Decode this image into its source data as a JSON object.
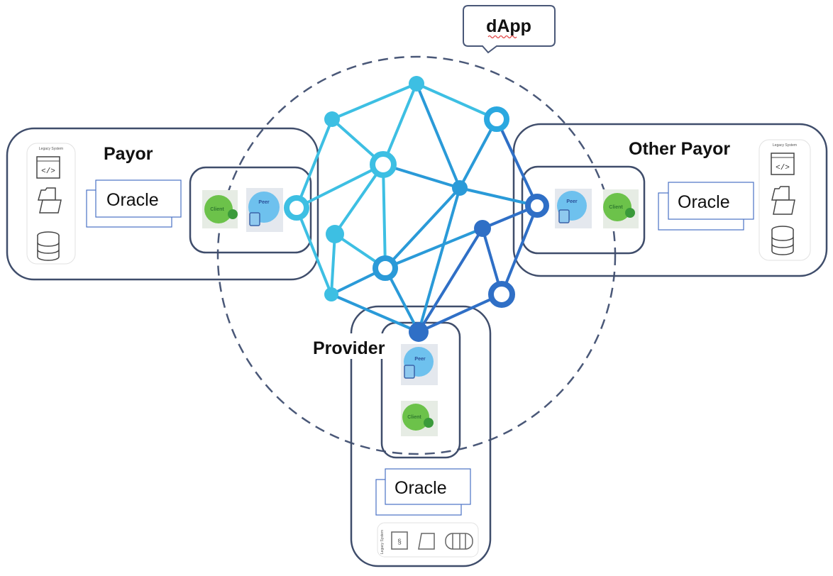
{
  "dapp": {
    "label": "dApp"
  },
  "organizations": {
    "payor": {
      "label": "Payor",
      "oracle_label": "Oracle",
      "legacy": {
        "title": "Legacy System",
        "items": [
          "Code",
          "Configuration",
          "Database"
        ]
      },
      "node_badges": {
        "client": "Client",
        "peer": "Peer"
      }
    },
    "other_payor": {
      "label": "Other Payor",
      "oracle_label": "Oracle",
      "legacy": {
        "title": "Legacy System",
        "items": [
          "Code",
          "Configuration",
          "Database"
        ]
      },
      "node_badges": {
        "client": "Client",
        "peer": "Peer"
      }
    },
    "provider": {
      "label": "Provider",
      "oracle_label": "Oracle",
      "legacy": {
        "title": "Legacy System",
        "items": [
          "Code",
          "Configuration",
          "Database"
        ]
      },
      "node_badges": {
        "client": "Client",
        "peer": "Peer"
      }
    }
  },
  "colors": {
    "box_border": "#3f4d6b",
    "dashed_circle": "#4a5878",
    "oracle_border": "#4a72c4",
    "net_light": "#3dbfe3",
    "net_mid": "#2a9ad8",
    "net_dark": "#2f6fc6",
    "client_green": "#6cc24a",
    "peer_blue": "#6ec1ee",
    "spellcheck_red": "#e04040"
  }
}
